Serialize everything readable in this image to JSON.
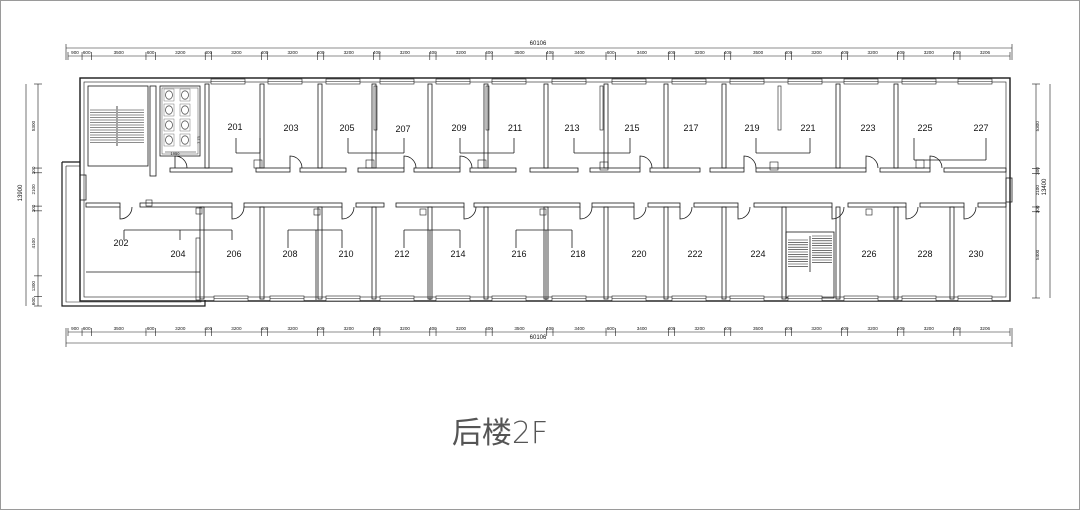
{
  "drawing": {
    "title": "后楼2F",
    "total_dimension": "60106",
    "top_dims": [
      "900",
      "600",
      "3500",
      "600",
      "3200",
      "400",
      "3200",
      "400",
      "3200",
      "400",
      "3200",
      "400",
      "3200",
      "400",
      "3200",
      "400",
      "3500",
      "400",
      "3400",
      "600",
      "3400",
      "400",
      "3200",
      "400",
      "3500",
      "400",
      "3200",
      "400",
      "3200",
      "400",
      "3200",
      "400",
      "3206"
    ],
    "bottom_dims": [
      "900",
      "600",
      "3500",
      "600",
      "3200",
      "400",
      "3200",
      "400",
      "3200",
      "400",
      "3200",
      "400",
      "3200",
      "400",
      "3200",
      "400",
      "3500",
      "400",
      "3400",
      "600",
      "3400",
      "400",
      "3200",
      "400",
      "3500",
      "400",
      "3200",
      "400",
      "3200",
      "400",
      "3200",
      "400",
      "3206"
    ],
    "left_dims": [
      "5300",
      "300",
      "2100",
      "300",
      "4100",
      "1300",
      "600"
    ],
    "left_total": "13900",
    "right_dims": [
      "5300",
      "300",
      "2100",
      "300",
      "5400"
    ],
    "right_total": "13400",
    "restroom_dims": [
      "1950",
      "7.75"
    ],
    "rooms_north": [
      "201",
      "203",
      "205",
      "207",
      "209",
      "211",
      "213",
      "215",
      "217",
      "219",
      "221",
      "223",
      "225",
      "227"
    ],
    "rooms_south": [
      "202",
      "204",
      "206",
      "208",
      "210",
      "212",
      "214",
      "216",
      "218",
      "220",
      "222",
      "224",
      "226",
      "228",
      "230"
    ]
  },
  "colors": {
    "line": "#1a1a1a",
    "text": "#111111",
    "frame": "#9a9a9a",
    "fixture": "#555555"
  }
}
